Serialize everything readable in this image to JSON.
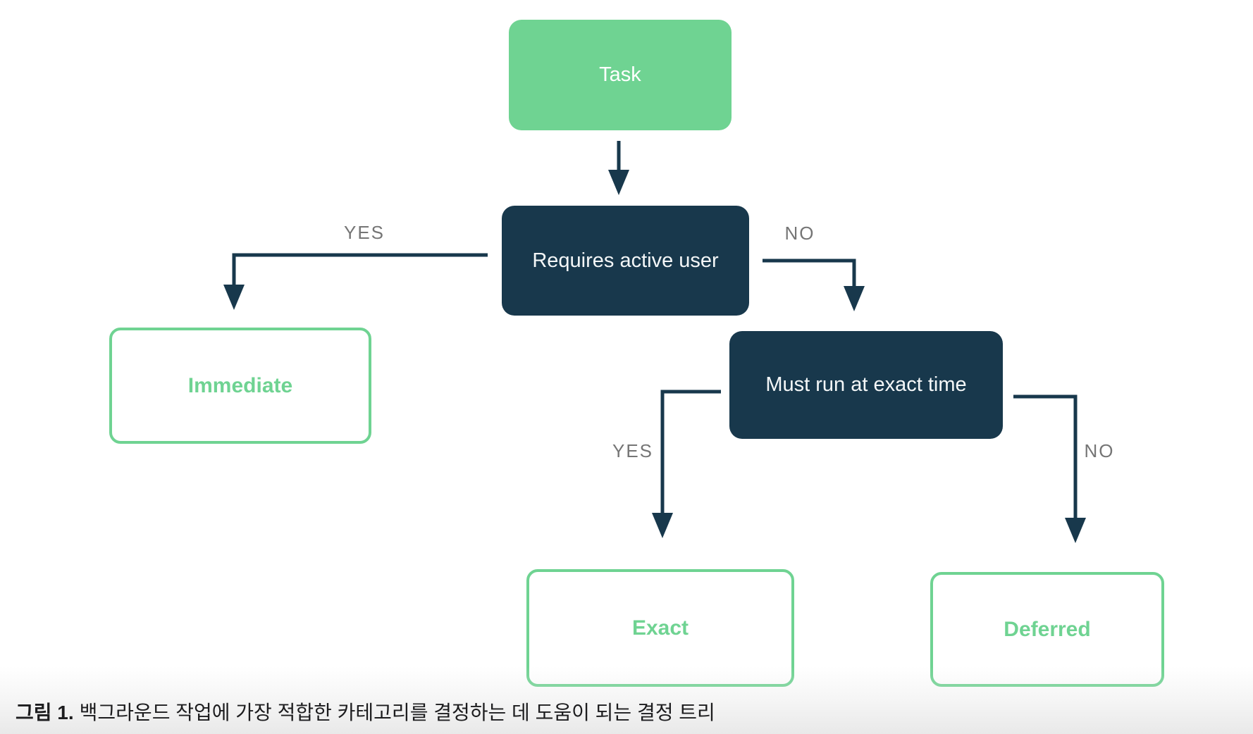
{
  "diagram": {
    "title_semantic": "Background task category decision tree",
    "nodes": {
      "task": {
        "label": "Task",
        "type": "start",
        "fill": "#6FD392"
      },
      "requires_active_user": {
        "label": "Requires active user",
        "type": "decision",
        "fill": "#18384C"
      },
      "immediate": {
        "label": "Immediate",
        "type": "result",
        "border": "#6FD392"
      },
      "must_run_exact_time": {
        "label": "Must run at exact time",
        "type": "decision",
        "fill": "#18384C"
      },
      "exact": {
        "label": "Exact",
        "type": "result",
        "border": "#6FD392"
      },
      "deferred": {
        "label": "Deferred",
        "type": "result",
        "border": "#6FD392"
      }
    },
    "edge_labels": {
      "requires_yes": "YES",
      "requires_no": "NO",
      "exact_time_yes": "YES",
      "exact_time_no": "NO"
    },
    "edges": [
      {
        "from": "task",
        "to": "requires_active_user",
        "label": ""
      },
      {
        "from": "requires_active_user",
        "to": "immediate",
        "label": "YES"
      },
      {
        "from": "requires_active_user",
        "to": "must_run_exact_time",
        "label": "NO"
      },
      {
        "from": "must_run_exact_time",
        "to": "exact",
        "label": "YES"
      },
      {
        "from": "must_run_exact_time",
        "to": "deferred",
        "label": "NO"
      }
    ],
    "colors": {
      "green": "#6FD392",
      "navy": "#18384C",
      "edge_label_gray": "#757575",
      "caption_text": "#1c1c1e"
    }
  },
  "caption": {
    "figure_label": "그림 1.",
    "text": "백그라운드 작업에 가장 적합한 카테고리를 결정하는 데 도움이 되는 결정 트리"
  }
}
